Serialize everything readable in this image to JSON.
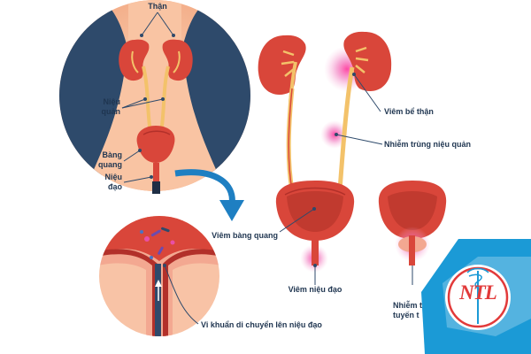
{
  "labels": {
    "kidney": "Thận",
    "ureter_line1": "Niệu",
    "ureter_line2": "quản",
    "bladder_line1": "Bàng",
    "bladder_line2": "quang",
    "urethra_line1": "Niệu",
    "urethra_line2": "đạo",
    "pyelonephritis": "Viêm bể thận",
    "ureter_infection": "Nhiễm trùng niệu quản",
    "cystitis": "Viêm bàng quang",
    "urethritis": "Viêm niệu đạo",
    "bacteria_move": "Vi khuẩn di chuyển lên niệu đạo",
    "prostate_line1": "Nhiễm t",
    "prostate_line2": "tuyến t"
  },
  "logo": {
    "text": "NTL",
    "primary_color": "#1b9ad6",
    "accent_color": "#e23a3a"
  },
  "colors": {
    "organ_red": "#d9463a",
    "organ_dark": "#b2302a",
    "ureter": "#f3c26a",
    "skin": "#f6b48e",
    "body_blue": "#2e4a6b",
    "arrow_blue": "#1e7fc2",
    "inflammation": "#e94fa5"
  }
}
